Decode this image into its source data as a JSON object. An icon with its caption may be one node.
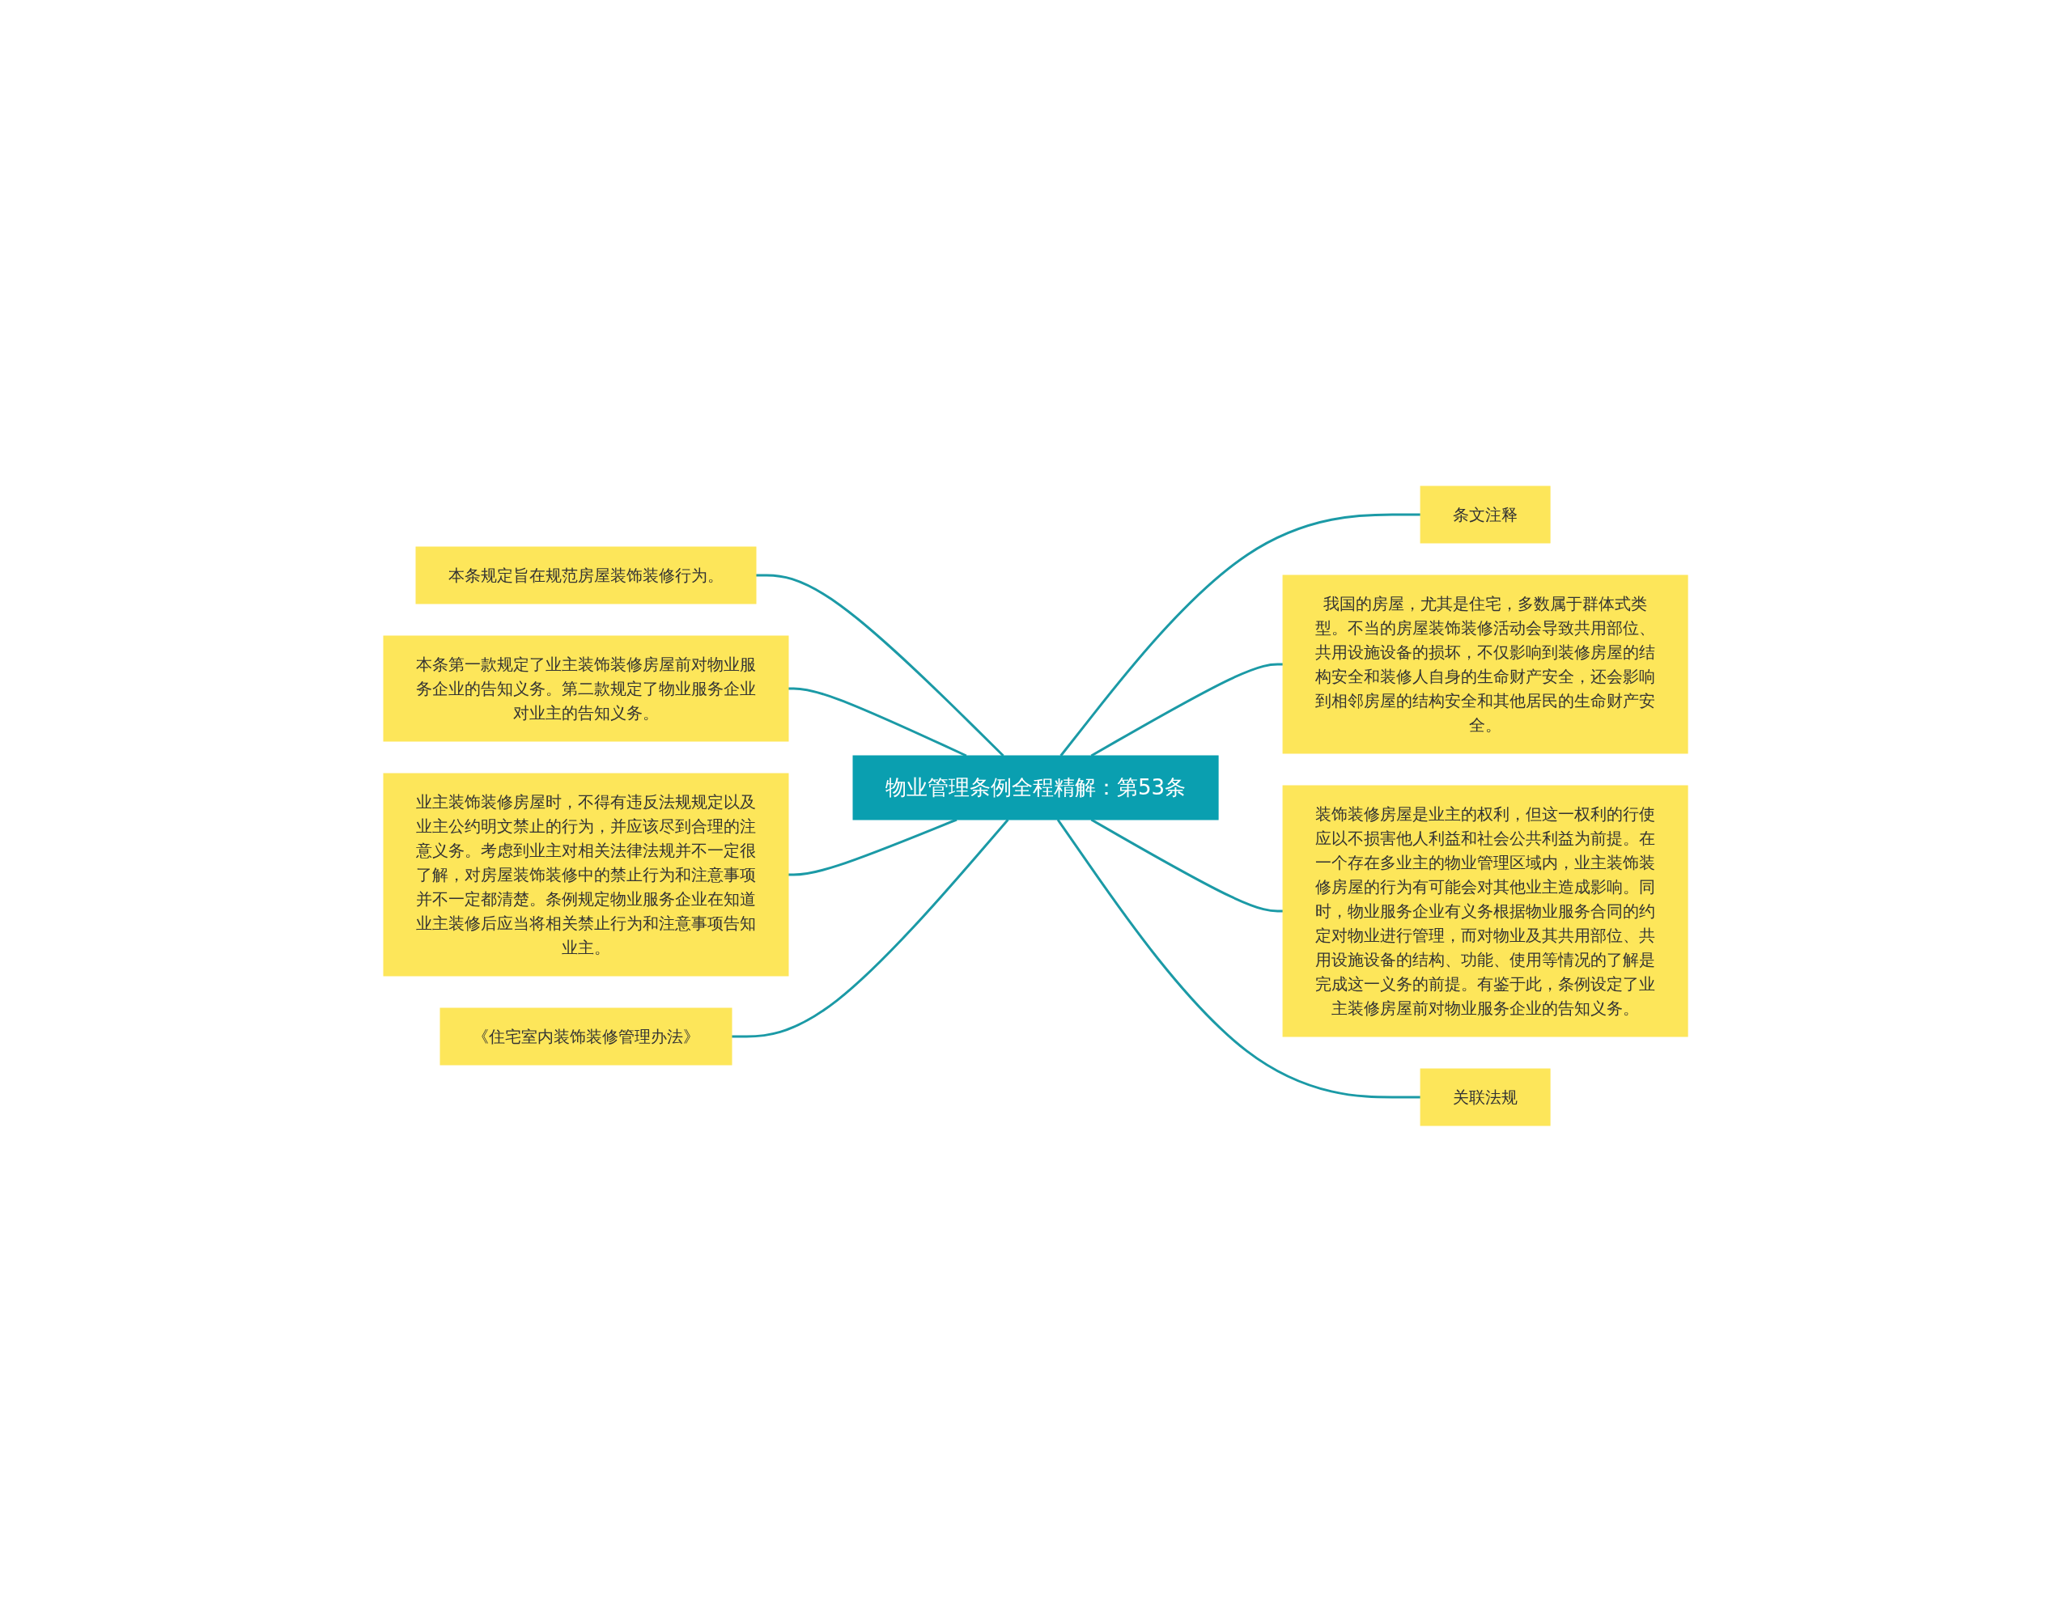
{
  "diagram": {
    "nodes": [
      {
        "text": [
          "物业管理条例全程精解：第53条"
        ]
      },
      {
        "text": [
          "本条规定旨在规范房屋装饰装修行为。"
        ]
      },
      {
        "text": [
          "本条第一款规定了业主装饰装修房屋前对物业服务企业的告知义务。第二款规定了物业服务企业对业主的告知义务。"
        ]
      },
      {
        "text": [
          "业主装饰装修房屋时，不得有违反法规规定以及业主公约明文禁止的行为，并应该尽到合理的注意义务。考虑到业主对相关法律法规并不一定很了解，对房屋装饰装修中的禁止行为和注意事项并不一定都清楚。条例规定物业服务企业在知道业主装修后应当将相关禁止行为和注意事项告知业主。"
        ]
      },
      {
        "text": [
          "《住宅室内装饰装修管理办法》"
        ]
      },
      {
        "text": [
          "条文注释"
        ]
      },
      {
        "text": [
          "我国的房屋，尤其是住宅，多数属于群体式类型。不当的房屋装饰装修活动会导致共用部位、共用设施设备的损坏，不仅影响到装修房屋的结构安全和装修人自身的生命财产安全，还会影响到相邻房屋的结构安全和其他居民的生命财产安全。"
        ]
      },
      {
        "text": [
          "装饰装修房屋是业主的权利，但这一权利的行使应以不损害他人利益和社会公共利益为前提。在一个存在多业主的物业管理区域内，业主装饰装修房屋的行为有可能会对其他业主造成影响。同时，物业服务企业有义务根据物业服务合同的约定对物业进行管理，而对物业及其共用部位、共用设施设备的结构、功能、使用等情况的了解是完成这一义务的前提。有鉴于此，条例设定了业主装修房屋前对物业服务企业的告知义务。"
        ]
      },
      {
        "text": [
          "关联法规"
        ]
      }
    ],
    "edges": [
      {
        "from": 0,
        "to": 1,
        "arrow": "none"
      },
      {
        "from": 0,
        "to": 2,
        "arrow": "none"
      },
      {
        "from": 0,
        "to": 3,
        "arrow": "none"
      },
      {
        "from": 0,
        "to": 4,
        "arrow": "none"
      },
      {
        "from": 0,
        "to": 5,
        "arrow": "none"
      },
      {
        "from": 0,
        "to": 6,
        "arrow": "none"
      },
      {
        "from": 0,
        "to": 7,
        "arrow": "none"
      },
      {
        "from": 0,
        "to": 8,
        "arrow": "none"
      }
    ]
  }
}
